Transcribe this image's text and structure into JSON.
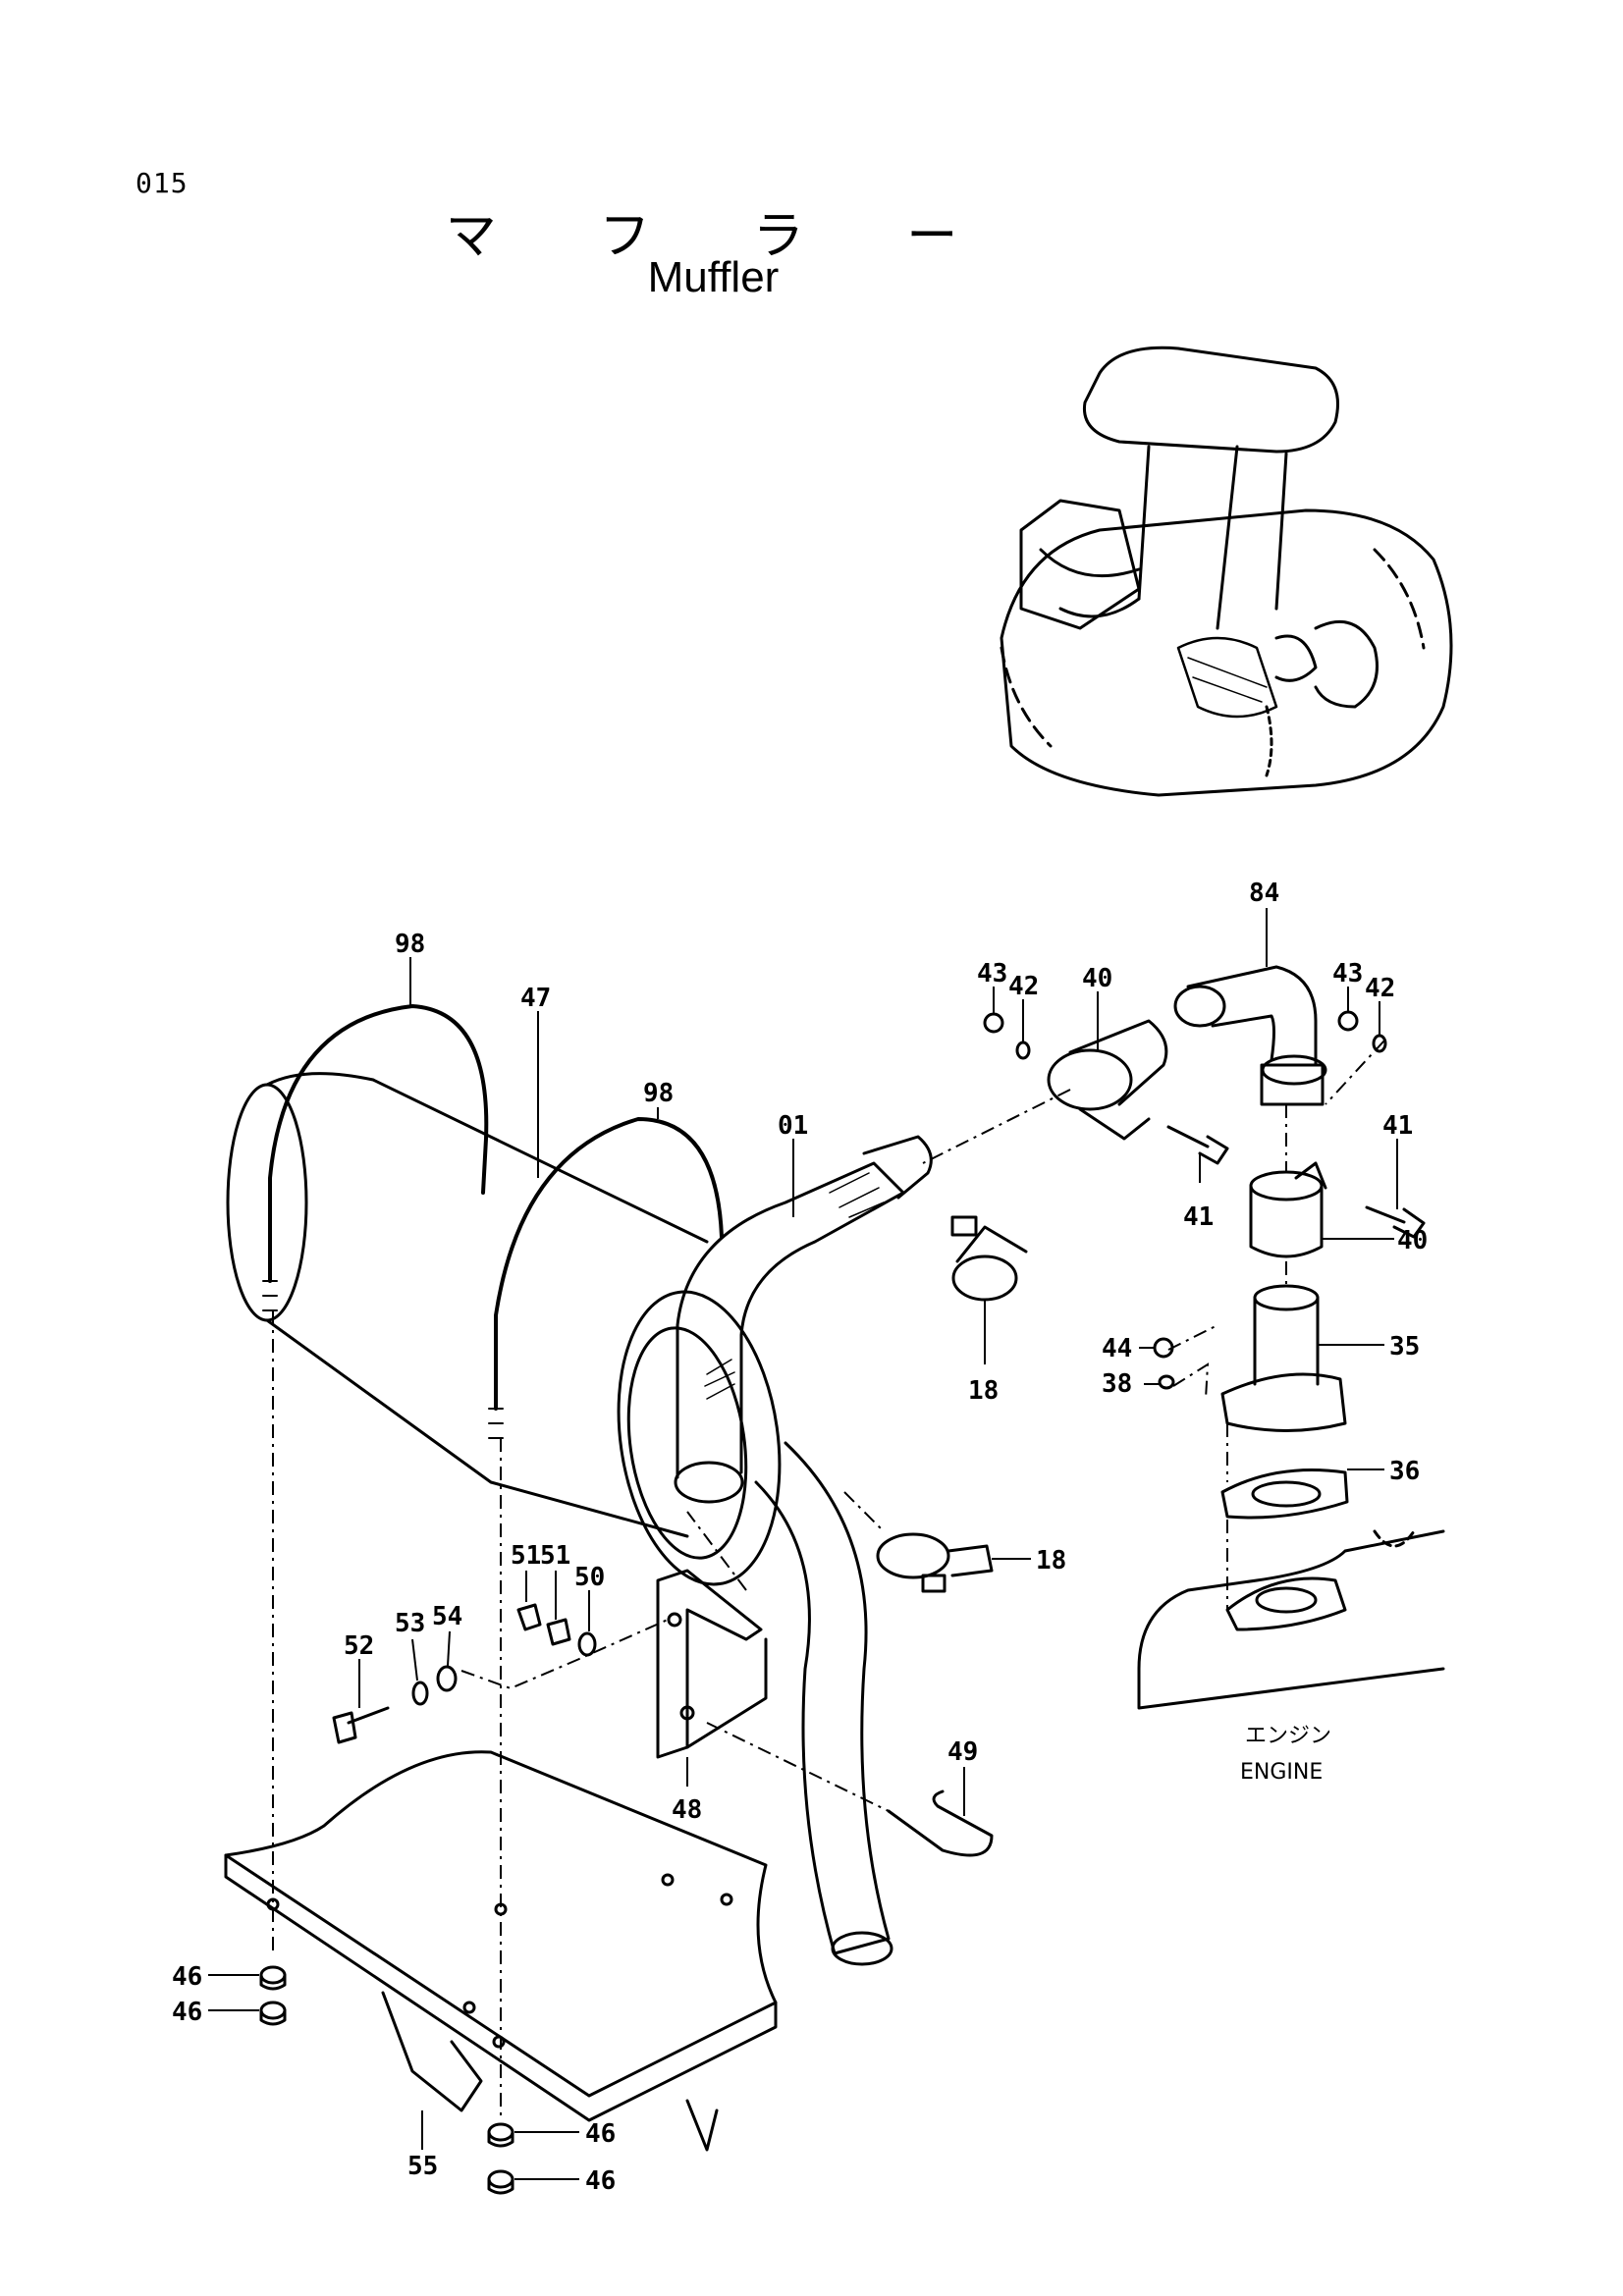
{
  "page_number": "015",
  "title_jp": "マ フ ラ ー",
  "title_en": "Muffler",
  "engine_label_jp": "エンジン",
  "engine_label_en": "ENGINE",
  "part_labels": {
    "p84": "84",
    "p98a": "98",
    "p47": "47",
    "p43a": "43",
    "p42a": "42",
    "p40a": "40",
    "p43b": "43",
    "p42b": "42",
    "p98b": "98",
    "p01": "01",
    "p41a": "41",
    "p41b": "41",
    "p40b": "40",
    "p18a": "18",
    "p44": "44",
    "p35": "35",
    "p38": "38",
    "p36": "36",
    "p51a": "51",
    "p51b": "51",
    "p50": "50",
    "p18b": "18",
    "p53": "53",
    "p54": "54",
    "p52": "52",
    "p48": "48",
    "p49": "49",
    "p46a": "46",
    "p46b": "46",
    "p46c": "46",
    "p46d": "46",
    "p55": "55"
  }
}
